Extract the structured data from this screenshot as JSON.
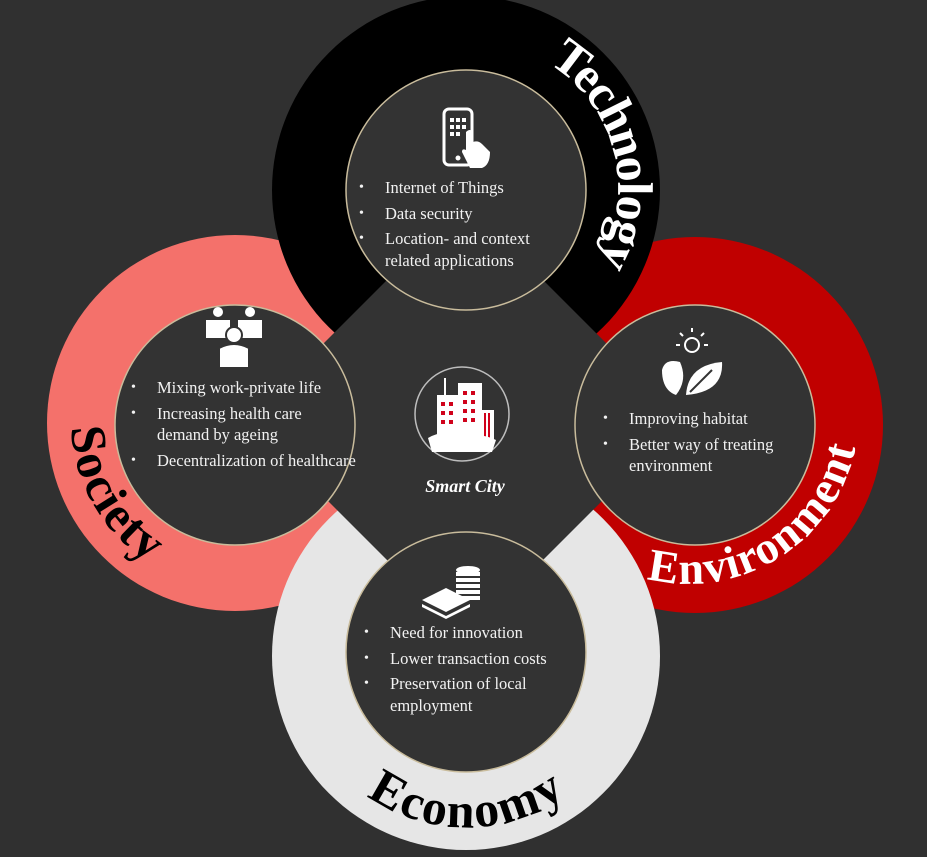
{
  "center": {
    "title": "Smart City",
    "icon": "city-buildings-icon"
  },
  "segments": {
    "technology": {
      "label": "Technology",
      "icon": "touch-phone-icon",
      "color": "#000000",
      "items": [
        "Internet of Things",
        "Data security",
        "Location- and context related applications"
      ]
    },
    "society": {
      "label": "Society",
      "icon": "people-group-icon",
      "color": "#f4716b",
      "items": [
        "Mixing work-private life",
        "Increasing health care demand by ageing",
        "Decentralization of healthcare"
      ]
    },
    "environment": {
      "label": "Environment",
      "icon": "sun-leaf-icon",
      "color": "#c00000",
      "items": [
        "Improving habitat",
        "Better way of treating environment"
      ]
    },
    "economy": {
      "label": "Economy",
      "icon": "coins-money-icon",
      "color": "#e6e6e6",
      "items": [
        "Need for innovation",
        "Lower transaction costs",
        "Preservation of local employment"
      ]
    }
  }
}
